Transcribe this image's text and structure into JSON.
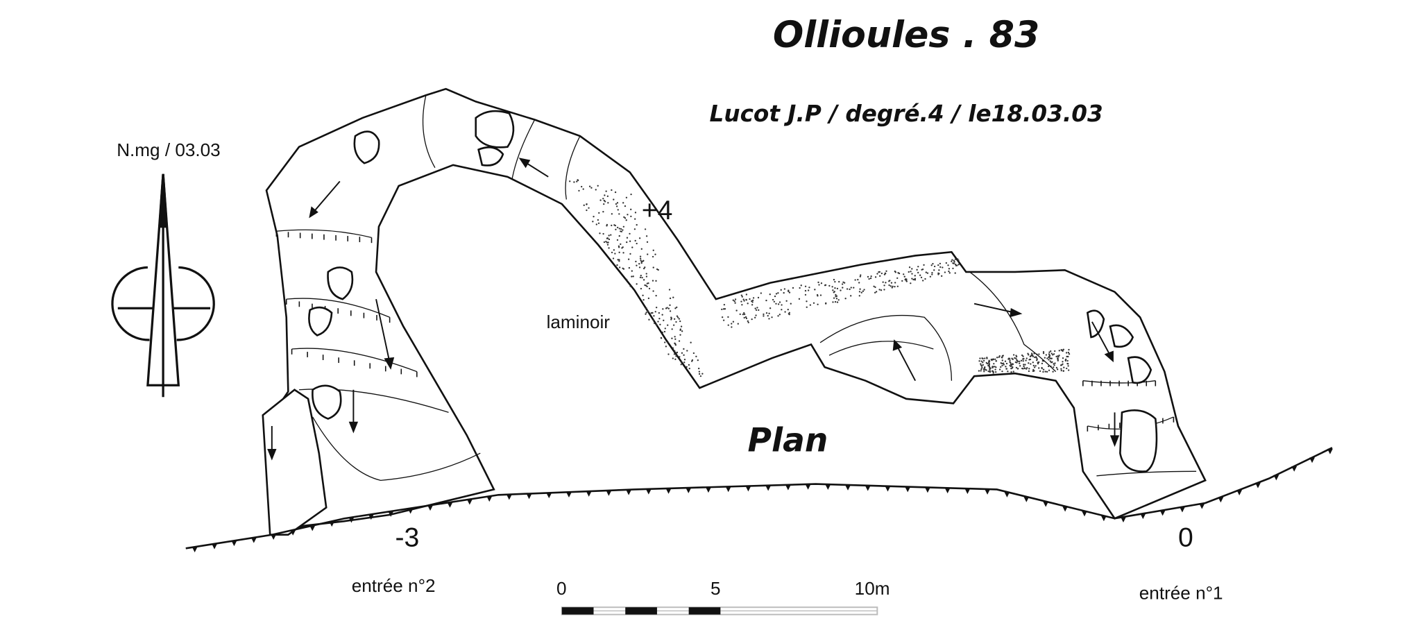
{
  "title": "Ollioules . 83",
  "subtitle": "Lucot J.P / degré.4 / le18.03.03",
  "compass": {
    "label": "N.mg / 03.03"
  },
  "labels": {
    "plan": "Plan",
    "laminoir": "laminoir",
    "elev_top": "+4",
    "elev_left": "-3",
    "elev_right": "0",
    "entrance_2": "entrée n°2",
    "entrance_1": "entrée n°1"
  },
  "scale_bar": {
    "ticks": [
      "0",
      "5",
      "10m"
    ]
  },
  "colors": {
    "ink": "#111111",
    "scale_gray": "#bbbbbb"
  }
}
